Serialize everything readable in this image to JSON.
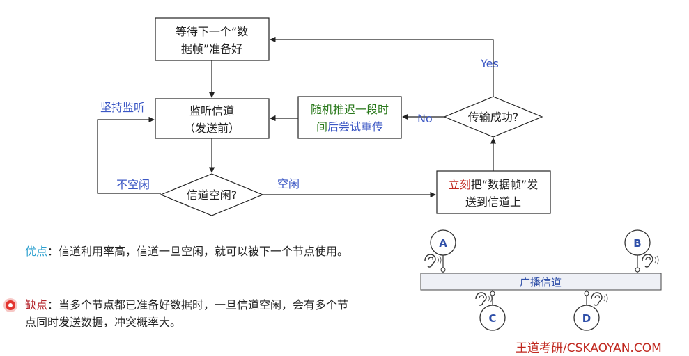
{
  "flow": {
    "wait_box": {
      "line1": "等待下一个“数",
      "line2": "据帧”准备好"
    },
    "listen_box": {
      "line1": "监听信道",
      "line2": "（发送前）"
    },
    "idle_diamond": "信道空闲?",
    "send_box": {
      "line1_accent": "立刻",
      "line1_rest": "把“数据帧”发",
      "line2": "送到信道上"
    },
    "success_diamond": "传输成功?",
    "retry_box": {
      "line1": "随机推迟一段时",
      "line2_green": "间",
      "line2_blue": "后尝试重传"
    },
    "labels": {
      "persist": "坚持监听",
      "busy": "不空闲",
      "idle": "空闲",
      "yes": "Yes",
      "no": "No"
    }
  },
  "notes": {
    "pros_label": "优点",
    "pros_text": "：信道利用率高，信道一旦空闲，就可以被下一个节点使用。",
    "cons_label": "缺点",
    "cons_text": "：当多个节点都已准备好数据时，一旦信道空闲，会有多个节点同时发送数据，冲突概率大。"
  },
  "broadcast": {
    "channel_label": "广播信道",
    "nodes": [
      "A",
      "B",
      "C",
      "D"
    ]
  },
  "watermark": "王道考研/CSKAOYAN.COM",
  "colors": {
    "label_blue": "#3b57c4",
    "accent_red": "#c0281f",
    "retry_green": "#2b7a1d",
    "pros_cyan": "#2a9fcf",
    "cons_red": "#b3222a",
    "node_blue": "#2f4fa8",
    "channel_fill": "#eef0f6"
  }
}
